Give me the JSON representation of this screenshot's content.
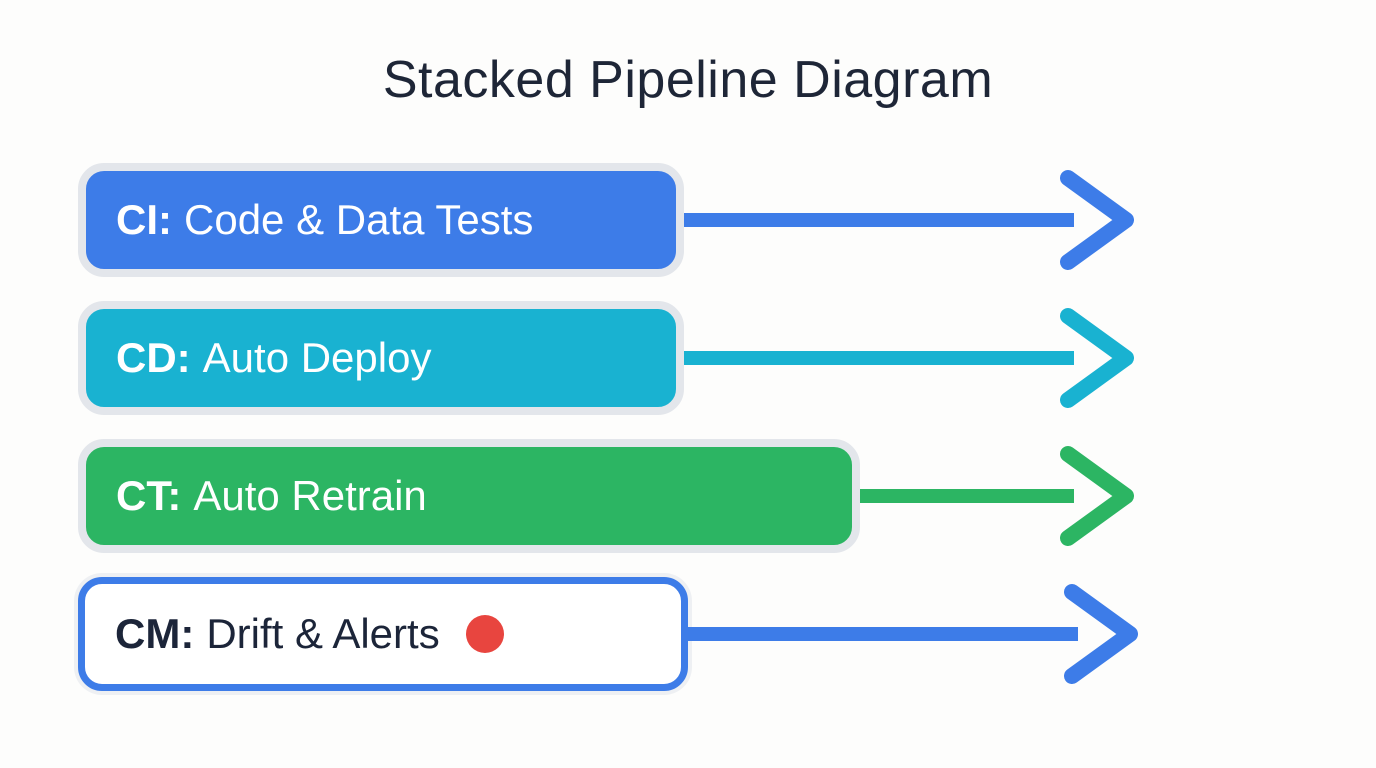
{
  "title": "Stacked Pipeline Diagram",
  "colors": {
    "background": "#fdfdfc",
    "title_text": "#1e2637",
    "bar_ring": "#e3e6eb",
    "label_on_solid": "#ffffff",
    "label_on_outline": "#1c2539"
  },
  "stages": [
    {
      "prefix": "CI:",
      "title": "Code & Data Tests",
      "color": "#3d7ce8",
      "variant": "solid",
      "arrow": "right"
    },
    {
      "prefix": "CD:",
      "title": "Auto Deploy",
      "color": "#19b2d1",
      "variant": "solid",
      "arrow": "right"
    },
    {
      "prefix": "CT:",
      "title": "Auto Retrain",
      "color": "#2cb563",
      "variant": "solid",
      "arrow": "right"
    },
    {
      "prefix": "CM:",
      "title": "Drift & Alerts",
      "color": "#3d7ce8",
      "variant": "outline",
      "arrow": "right",
      "status_dot_color": "#e8453f"
    }
  ]
}
